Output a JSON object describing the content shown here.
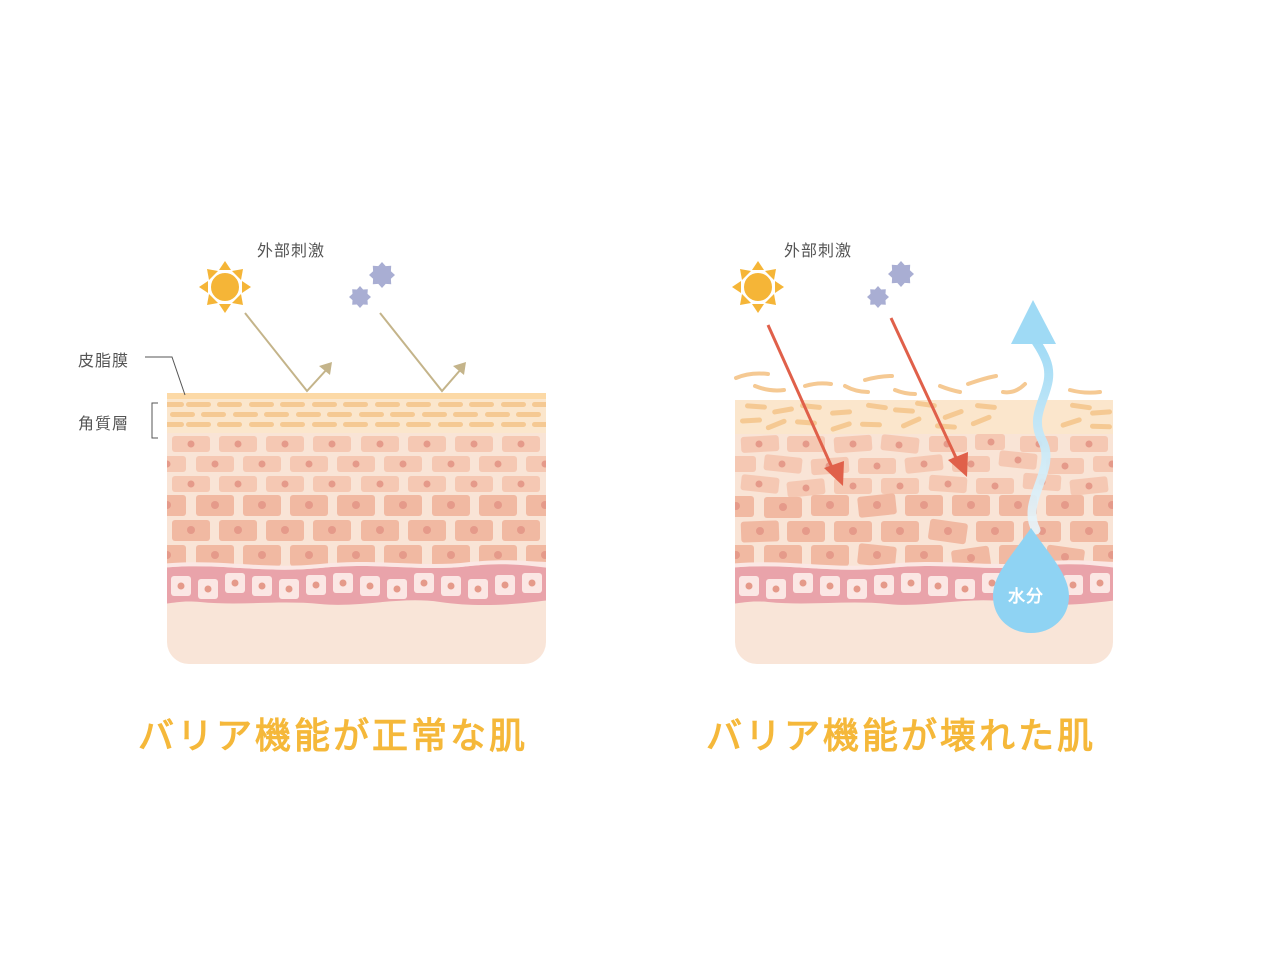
{
  "colors": {
    "title": "#f5b83a",
    "sun": "#f5b537",
    "star": "#a9aed3",
    "reflect_arrow": "#c4b48a",
    "penetrate_arrow": "#e0604a",
    "water": "#8fd3f3",
    "sebum": "#fcd9a6",
    "corneum_bg": "#fbe6cc",
    "corneum_dash": "#f5c993",
    "cell": "#f4c2ab",
    "cell_deep": "#f1b9a2",
    "nucleus": "#e59a8a",
    "spinous_bg": "#f9e4d6",
    "basal": "#e9a3aa",
    "basal_cell": "#fbe7e4",
    "dermis": "#f9e5d8"
  },
  "left_panel": {
    "stimulus_label": "外部刺激",
    "sebum_label": "皮脂膜",
    "corneum_label": "角質層",
    "sun_icon": "sun-icon",
    "irritant_icon": "irritant-star-icon",
    "arrows": "reflected",
    "title": "バリア機能が正常な肌"
  },
  "right_panel": {
    "stimulus_label": "外部刺激",
    "water_label": "水分",
    "sun_icon": "sun-icon",
    "irritant_icon": "irritant-star-icon",
    "arrows": "penetrating",
    "title": "バリア機能が壊れた肌"
  }
}
